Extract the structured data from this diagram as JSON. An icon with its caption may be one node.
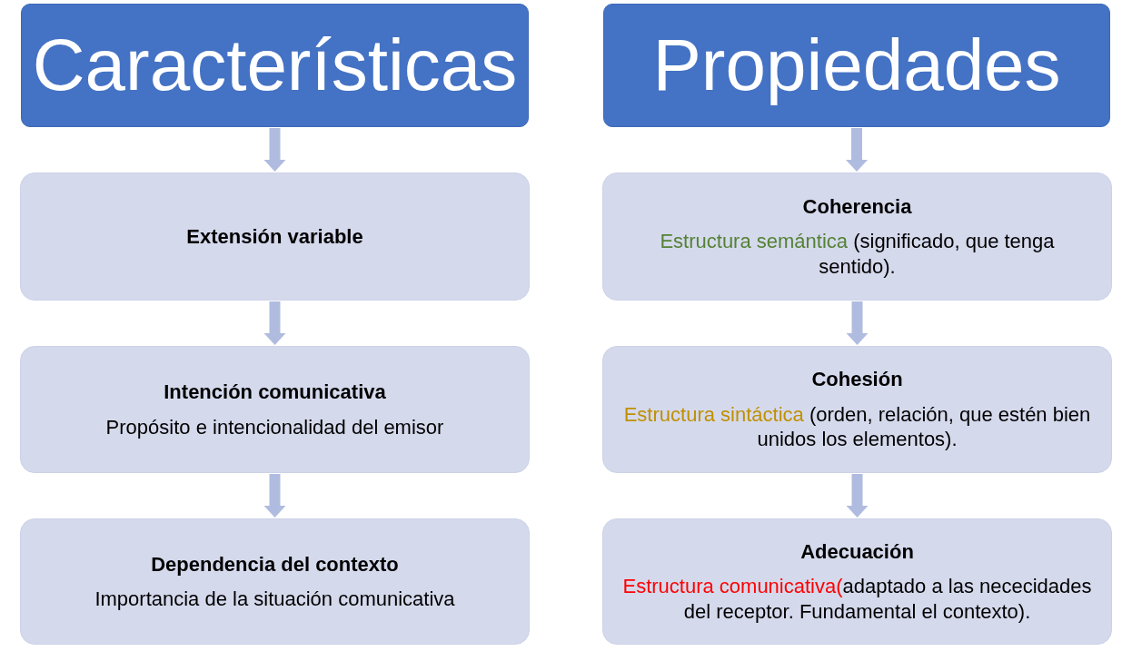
{
  "diagram": {
    "nodes": [
      {
        "text": [
          "Características"
        ]
      },
      {
        "text": [
          "Propiedades"
        ]
      },
      {
        "text": [
          "Extensión variable"
        ]
      },
      {
        "text": [
          "Coherencia",
          "Estructura semántica (significado, que tenga sentido)."
        ]
      },
      {
        "text": [
          "Intención comunicativa",
          "Propósito e intencionalidad del emisor"
        ]
      },
      {
        "text": [
          "Cohesión",
          "Estructura sintáctica (orden, relación, que estén bien unidos los elementos)."
        ]
      },
      {
        "text": [
          "Dependencia del contexto",
          "Importancia de la situación comunicativa"
        ]
      },
      {
        "text": [
          "Adecuación",
          "Estructura comunicativa(adaptado a las nececidades del receptor. Fundamental el contexto)."
        ]
      }
    ],
    "edges": [
      {
        "from": 0,
        "to": 2,
        "arrow": "to"
      },
      {
        "from": 2,
        "to": 4,
        "arrow": "to"
      },
      {
        "from": 4,
        "to": 6,
        "arrow": "to"
      },
      {
        "from": 1,
        "to": 3,
        "arrow": "to"
      },
      {
        "from": 3,
        "to": 5,
        "arrow": "to"
      },
      {
        "from": 5,
        "to": 7,
        "arrow": "to"
      }
    ]
  }
}
